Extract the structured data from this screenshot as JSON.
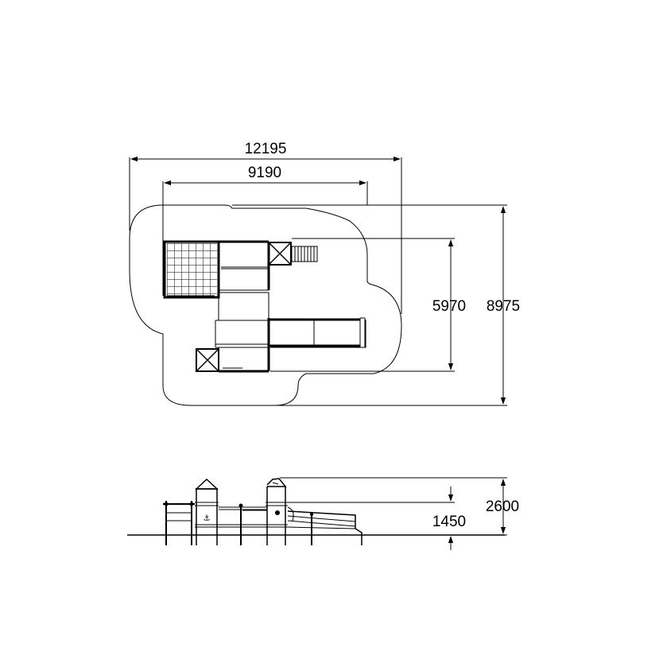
{
  "plan": {
    "dim_overall_width": "12195",
    "dim_equipment_width": "9190",
    "dim_equipment_depth": "5970",
    "dim_overall_depth": "8975"
  },
  "elevation": {
    "dim_height_total": "2600",
    "dim_platform_height": "1450"
  }
}
